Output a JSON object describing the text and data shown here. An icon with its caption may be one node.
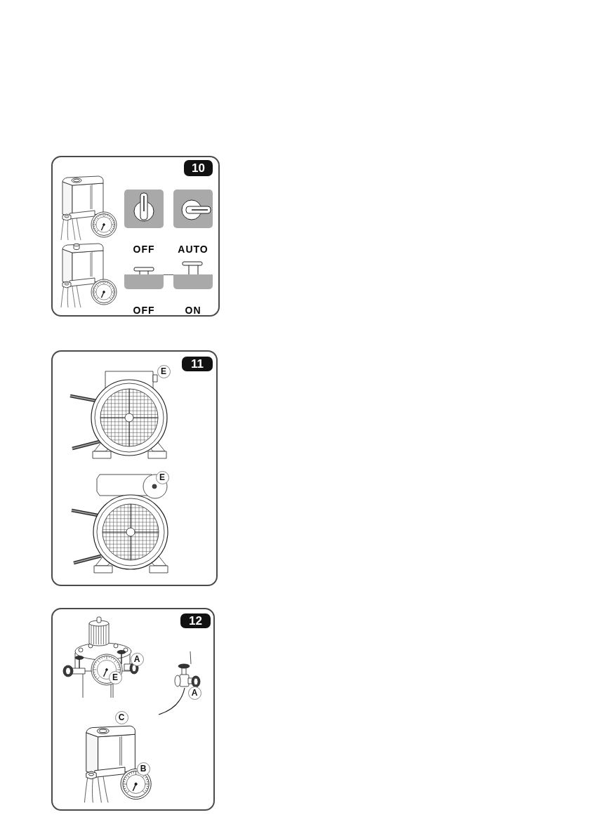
{
  "diagram": {
    "nodes": [
      {
        "text": [],
        "shape": "box"
      },
      {
        "text": [
          "10"
        ],
        "in": 0
      },
      {
        "text": [
          "OFF"
        ],
        "in": 0
      },
      {
        "text": [
          "AUTO"
        ],
        "in": 0
      },
      {
        "text": [
          "OFF"
        ],
        "in": 0
      },
      {
        "text": [
          "ON"
        ],
        "in": 0
      },
      {
        "text": [],
        "shape": "box"
      },
      {
        "text": [
          "11"
        ],
        "in": 6
      },
      {
        "text": [
          "E"
        ],
        "in": 6
      },
      {
        "text": [
          "E"
        ],
        "in": 6
      },
      {
        "text": [],
        "shape": "box"
      },
      {
        "text": [
          "12"
        ],
        "in": 10
      },
      {
        "text": [
          "A"
        ],
        "in": 10
      },
      {
        "text": [
          "E"
        ],
        "in": 10
      },
      {
        "text": [
          "A"
        ],
        "in": 10
      },
      {
        "text": [
          "C"
        ],
        "in": 10
      },
      {
        "text": [
          "B"
        ],
        "in": 10
      }
    ]
  }
}
